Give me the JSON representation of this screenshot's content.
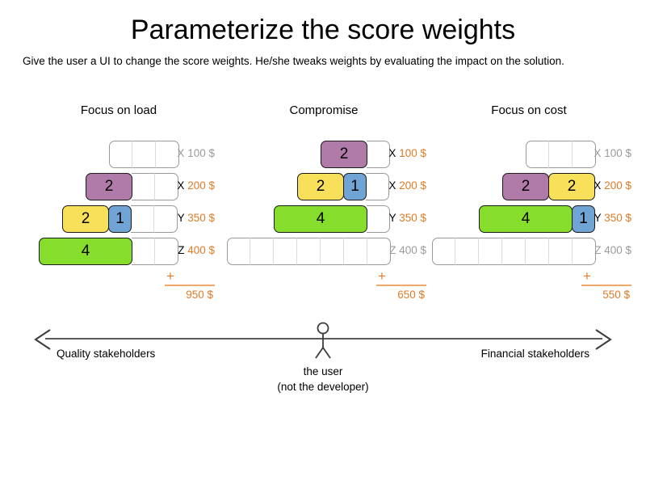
{
  "page": {
    "title": "Parameterize the score weights",
    "subtitle": "Give the user a UI to change the score weights. He/she tweaks weights by evaluating the impact on the solution."
  },
  "colors": {
    "purple": "#b07ba8",
    "yellow": "#f8e05a",
    "blue": "#70a4d4",
    "green": "#86dd2c",
    "accent_orange": "#e07b26",
    "muted_gray": "#9b9b9b",
    "track_border": "#9a9a9a"
  },
  "scenarios": [
    {
      "name": "Focus on load",
      "rows": [
        {
          "resource": "X",
          "cost": "100 $",
          "empty": true,
          "cells": 3,
          "segments": []
        },
        {
          "resource": "X",
          "cost": "200 $",
          "empty": false,
          "cells": 2,
          "segments": [
            {
              "value": "2",
              "color": "purple",
              "units": 2
            }
          ]
        },
        {
          "resource": "Y",
          "cost": "350 $",
          "empty": false,
          "cells": 2,
          "segments": [
            {
              "value": "2",
              "color": "yellow",
              "units": 2
            },
            {
              "value": "1",
              "color": "blue",
              "units": 1
            }
          ]
        },
        {
          "resource": "Z",
          "cost": "400 $",
          "empty": false,
          "cells": 2,
          "segments": [
            {
              "value": "4",
              "color": "green",
              "units": 4
            }
          ]
        }
      ],
      "sum_symbol": "+",
      "total": "950 $"
    },
    {
      "name": "Compromise",
      "rows": [
        {
          "resource": "X",
          "cost": "100 $",
          "empty": false,
          "cells": 1,
          "segments": [
            {
              "value": "2",
              "color": "purple",
              "units": 2
            }
          ]
        },
        {
          "resource": "X",
          "cost": "200 $",
          "empty": false,
          "cells": 1,
          "segments": [
            {
              "value": "2",
              "color": "yellow",
              "units": 2
            },
            {
              "value": "1",
              "color": "blue",
              "units": 1
            }
          ]
        },
        {
          "resource": "Y",
          "cost": "350 $",
          "empty": false,
          "cells": 1,
          "segments": [
            {
              "value": "4",
              "color": "green",
              "units": 4
            }
          ]
        },
        {
          "resource": "Z",
          "cost": "400 $",
          "empty": true,
          "cells": 7,
          "segments": []
        }
      ],
      "sum_symbol": "+",
      "total": "650 $"
    },
    {
      "name": "Focus on cost",
      "rows": [
        {
          "resource": "X",
          "cost": "100 $",
          "empty": true,
          "cells": 3,
          "segments": []
        },
        {
          "resource": "X",
          "cost": "200 $",
          "empty": false,
          "cells": 0,
          "segments": [
            {
              "value": "2",
              "color": "purple",
              "units": 2
            },
            {
              "value": "2",
              "color": "yellow",
              "units": 2
            }
          ]
        },
        {
          "resource": "Y",
          "cost": "350 $",
          "empty": false,
          "cells": 0,
          "segments": [
            {
              "value": "4",
              "color": "green",
              "units": 4
            },
            {
              "value": "1",
              "color": "blue",
              "units": 1
            }
          ]
        },
        {
          "resource": "Z",
          "cost": "400 $",
          "empty": true,
          "cells": 7,
          "segments": []
        }
      ],
      "sum_symbol": "+",
      "total": "550 $"
    }
  ],
  "axis": {
    "left_label": "Quality stakeholders",
    "right_label": "Financial stakeholders",
    "user_caption_line1": "the user",
    "user_caption_line2": "(not the developer)"
  }
}
